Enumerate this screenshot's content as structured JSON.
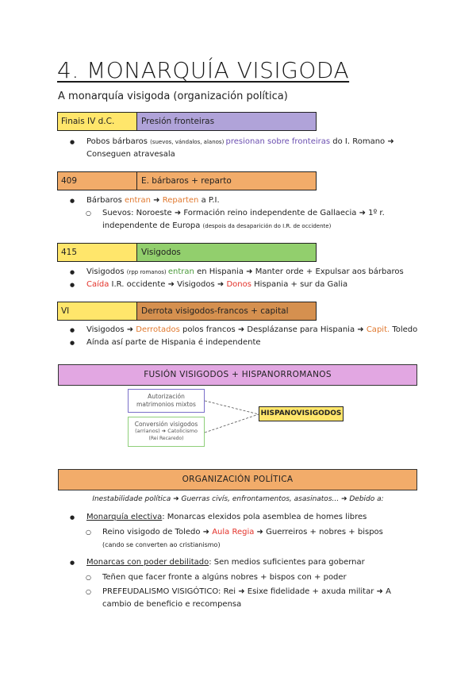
{
  "title": "4. MONARQUÍA VISIGODA",
  "subtitle": "A monarquía visigoda (organización política)",
  "colors": {
    "purple": "#b0a3d9",
    "orange": "#f2ac6a",
    "yellow": "#ffe66b",
    "green": "#92cf6d",
    "brown": "#d5904f",
    "pink": "#e2a7e2"
  },
  "s1": {
    "c1": "Finais IV d.C.",
    "c2": "Presión fronteiras",
    "b1a": "Pobos bárbaros ",
    "b1b": "(suevos, vándalos, alanos) ",
    "b1c": "presionan sobre fronteiras",
    "b1d": " do I. Romano ➜",
    "b1e": "Conseguen atravesala"
  },
  "s2": {
    "c1": "409",
    "c2": "E. bárbaros + reparto",
    "b1a": "Bárbaros ",
    "b1b": "entran",
    "b1c": " ➜ ",
    "b1d": "Reparten",
    "b1e": " a P.I.",
    "b2a": "Suevos: Noroeste ➜ Formación reino independente de Gallaecia ➜ 1º r.",
    "b2b": "independente de Europa ",
    "b2c": "(despois da desaparición do I.R. de occidente)"
  },
  "s3": {
    "c1": "415",
    "c2": "Visigodos",
    "b1a": "Visigodos ",
    "b1b": "(rpp romanos) ",
    "b1c": "entran",
    "b1d": " en Hispania ➜ Manter orde + Expulsar aos bárbaros",
    "b2a": "Caída",
    "b2b": " I.R. occidente ➜ Visigodos ➜ ",
    "b2c": "Donos",
    "b2d": " Hispania + sur da Galia"
  },
  "s4": {
    "c1": "VI",
    "c2": "Derrota visigodos-francos + capital",
    "b1a": "Visigodos ➜ ",
    "b1b": "Derrotados",
    "b1c": " polos francos ➜ Desplázanse para Hispania ➜ ",
    "b1d": "Capit.",
    "b1e": " Toledo",
    "b2": "Aínda así parte de Hispania é independente"
  },
  "fusion": {
    "title": "FUSIÓN VISIGODOS + HISPANORROMANOS",
    "box1a": "Autorización",
    "box1b": "matrimonios mixtos",
    "box2a": "Conversión visigodos",
    "box2b": "(arrianos) ➜ Catolicismo",
    "box2c": "(Rei Recaredo)",
    "result": "HISPANOVISIGODOS"
  },
  "org": {
    "title": "ORGANIZACIÓN POLÍTICA",
    "intro": "Inestabilidade política ➜ Guerras civís, enfrontamentos, asasinatos... ➜ Debido a:",
    "m1a": "Monarquía electiva",
    "m1b": ": Monarcas elexidos pola asemblea de homes libres",
    "m1s1a": "Reino visigodo de Toledo ➜ ",
    "m1s1b": "Aula Regia",
    "m1s1c": " ➜ Guerreiros + nobres + bispos",
    "m1s1d": "(cando se converten ao cristianismo)",
    "m2a": "Monarcas con poder debilitado",
    "m2b": ": Sen medios suficientes para gobernar",
    "m2s1": "Teñen que facer fronte a algúns nobres + bispos con + poder",
    "m2s2a": "PREFEUDALISMO VISIGÓTICO: Rei ➜ Esixe fidelidade + axuda militar ➜ A",
    "m2s2b": "cambio de beneficio e recompensa"
  }
}
